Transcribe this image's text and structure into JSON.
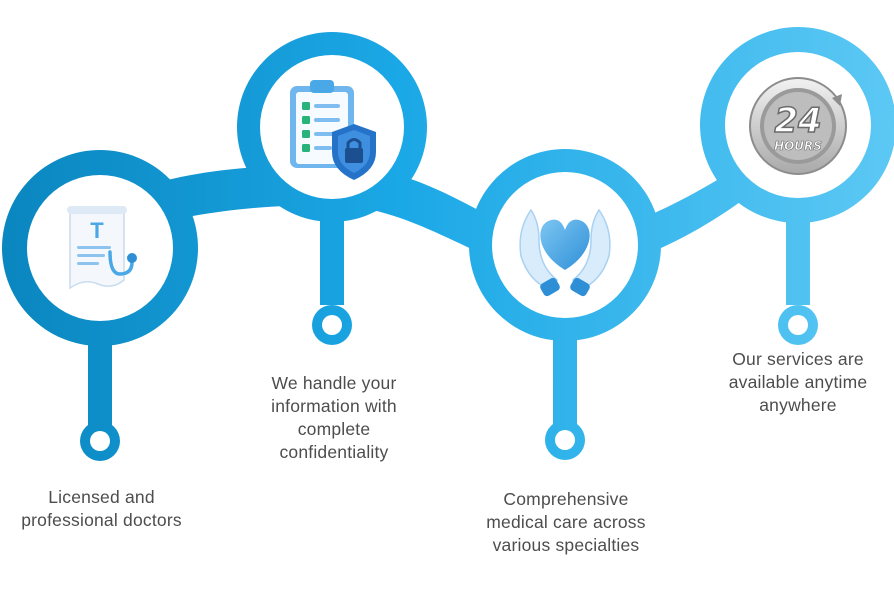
{
  "features": [
    {
      "icon": "medical-document-stethoscope-icon",
      "caption_lines": [
        "Licensed and",
        "professional doctors"
      ]
    },
    {
      "icon": "clipboard-security-shield-icon",
      "caption_lines": [
        "We handle your",
        "information with",
        "complete",
        "confidentiality"
      ]
    },
    {
      "icon": "hands-holding-heart-icon",
      "caption_lines": [
        "Comprehensive",
        "medical care across",
        "various specialties"
      ]
    },
    {
      "icon": "clock-24-hours-icon",
      "badge_number": "24",
      "badge_label": "HOURS",
      "caption_lines": [
        "Our services are",
        "available anytime",
        "anywhere"
      ]
    }
  ],
  "colors": {
    "gradient_start": "#0a86bf",
    "gradient_mid": "#1ba8e6",
    "gradient_end": "#5cc8f4",
    "caption_text": "#4d4d4d",
    "icon_blue": "#4aa8e6",
    "heart_blue": "#3d9fe0"
  }
}
